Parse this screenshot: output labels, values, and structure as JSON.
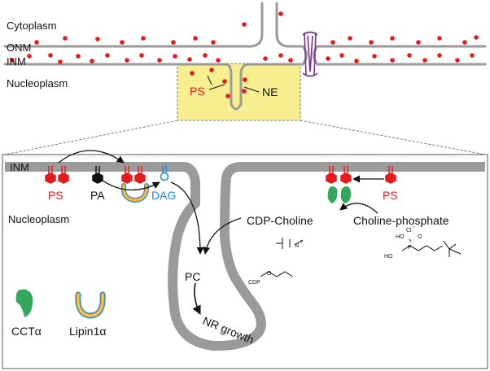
{
  "colors": {
    "membrane": "#9a9a9a",
    "lipid_dot": "#e41a1c",
    "pa": "#111111",
    "dag": "#1e88e5",
    "ps": "#e41a1c",
    "zoom_box": "#f7ee8f",
    "cct": "#33a85a",
    "lipin_blue": "#2f8fd8",
    "lipin_orange": "#f2a23a",
    "lipin_yellow": "#f6dd3b",
    "pore": "#7b2e8f"
  },
  "top": {
    "cytoplasm": "Cytoplasm",
    "onm": "ONM",
    "inm": "INM",
    "nucleoplasm": "Nucleoplasm",
    "ps": "PS",
    "ne": "NE"
  },
  "bottom": {
    "inm": "INM",
    "nucleoplasm": "Nucleoplasm",
    "ps_left": "PS",
    "pa": "PA",
    "dag": "DAG",
    "ps_right": "PS",
    "cdp_choline": "CDP-Choline",
    "choline_phosphate": "Choline-phosphate",
    "pc": "PC",
    "nr_growth": "NR growth",
    "cct_alpha": "CCTα",
    "lipin_alpha": "Lipin1α"
  },
  "chem": {
    "cdp": "CDP",
    "o": "O",
    "n_plus": "N",
    "plus": "+",
    "ho1": "HO",
    "ho2": "HO",
    "p": "P",
    "o_dbl": "O",
    "cl": "Cl",
    "minus": "-"
  },
  "icons": [
    "nuclear-pore-icon",
    "cct-alpha-icon",
    "lipin1-alpha-icon",
    "ps-lipid-icon",
    "pa-lipid-icon",
    "dag-lipid-icon"
  ]
}
